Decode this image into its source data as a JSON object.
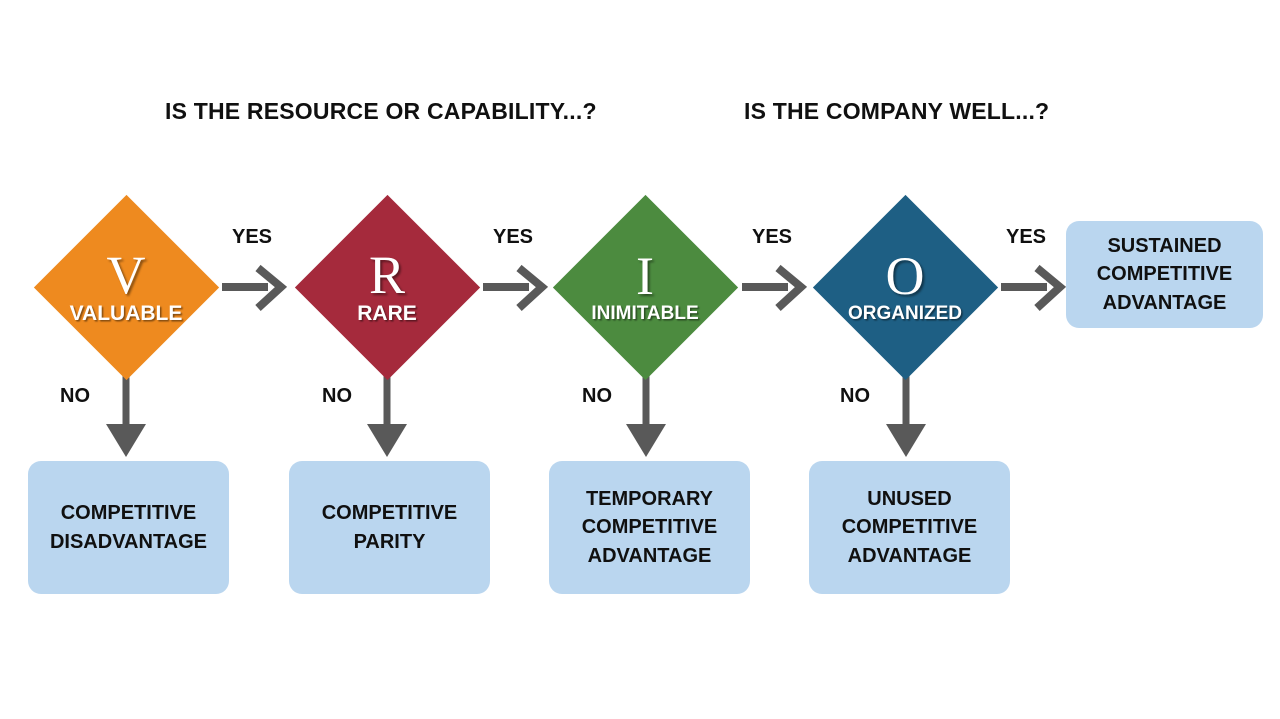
{
  "headings": {
    "resource": "IS THE RESOURCE OR CAPABILITY...?",
    "company": "IS THE COMPANY WELL...?"
  },
  "colors": {
    "valuable": "#ee8a1f",
    "rare": "#a52a3c",
    "inimitable": "#4c8b3f",
    "organized": "#1e5f84",
    "result_box": "#bad6ef",
    "arrow": "#595959",
    "text": "#101010"
  },
  "diamonds": [
    {
      "letter": "V",
      "word": "VALUABLE",
      "color_key": "valuable"
    },
    {
      "letter": "R",
      "word": "RARE",
      "color_key": "rare"
    },
    {
      "letter": "I",
      "word": "INIMITABLE",
      "color_key": "inimitable"
    },
    {
      "letter": "O",
      "word": "ORGANIZED",
      "color_key": "organized"
    }
  ],
  "edge_labels": {
    "yes": [
      "YES",
      "YES",
      "YES",
      "YES"
    ],
    "no": [
      "NO",
      "NO",
      "NO",
      "NO"
    ]
  },
  "results": {
    "sustained": "SUSTAINED COMPETITIVE ADVANTAGE",
    "disadvantage": "COMPETITIVE DISADVANTAGE",
    "parity": "COMPETITIVE PARITY",
    "temporary": "TEMPORARY COMPETITIVE ADVANTAGE",
    "unused": "UNUSED COMPETITIVE ADVANTAGE"
  },
  "results_lines": {
    "sustained": [
      "SUSTAINED",
      "COMPETITIVE",
      "ADVANTAGE"
    ],
    "disadvantage": [
      "COMPETITIVE",
      "DISADVANTAGE"
    ],
    "parity": [
      "COMPETITIVE",
      "PARITY"
    ],
    "temporary": [
      "TEMPORARY",
      "COMPETITIVE",
      "ADVANTAGE"
    ],
    "unused": [
      "UNUSED",
      "COMPETITIVE",
      "ADVANTAGE"
    ]
  }
}
